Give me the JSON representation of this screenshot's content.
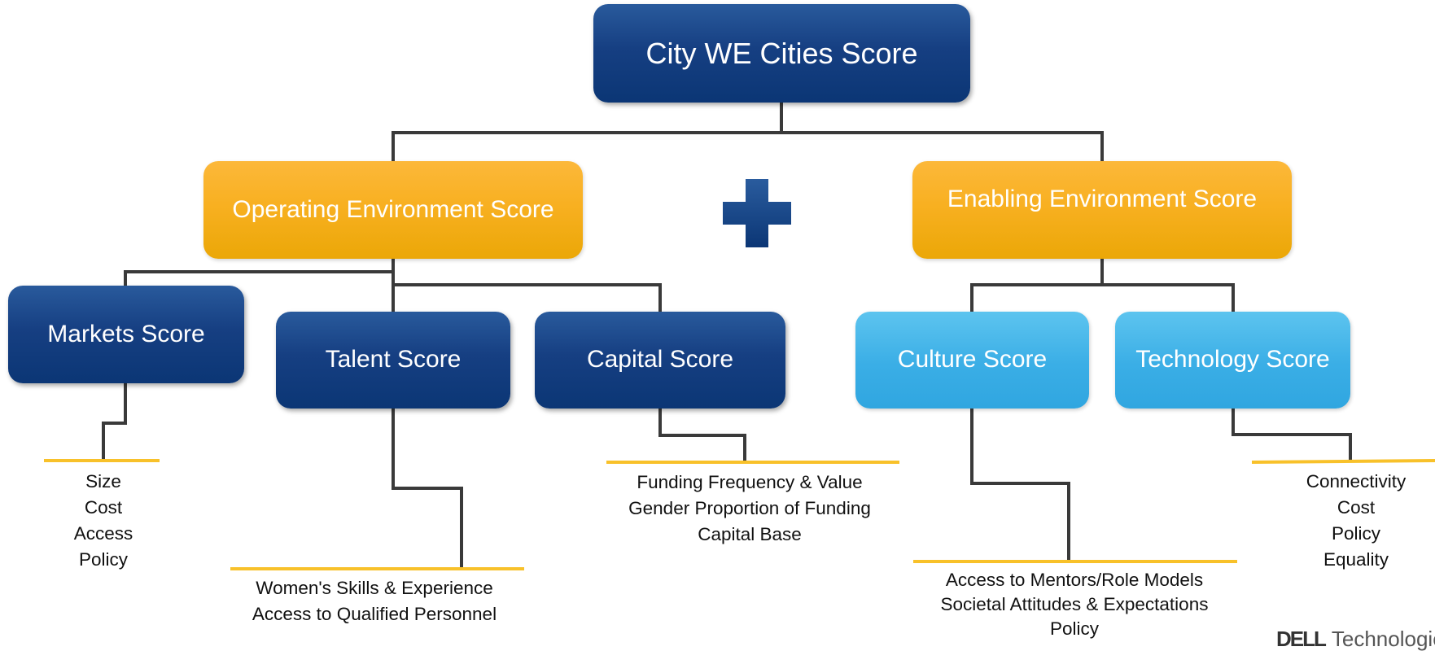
{
  "root": {
    "label": "City WE Cities Score"
  },
  "branches": {
    "operating": {
      "label": "Operating Environment Score"
    },
    "enabling": {
      "label": "Enabling Environment Score"
    }
  },
  "scores": {
    "markets": {
      "label": "Markets Score",
      "metrics": [
        "Size",
        "Cost",
        "Access",
        "Policy"
      ]
    },
    "talent": {
      "label": "Talent Score",
      "metrics": [
        "Women's Skills & Experience",
        "Access to Qualified Personnel"
      ]
    },
    "capital": {
      "label": "Capital Score",
      "metrics": [
        "Funding Frequency & Value",
        "Gender Proportion of Funding",
        "Capital Base"
      ]
    },
    "culture": {
      "label": "Culture Score",
      "metrics": [
        "Access to Mentors/Role Models",
        "Societal Attitudes & Expectations",
        "Policy"
      ]
    },
    "technology": {
      "label": "Technology Score",
      "metrics": [
        "Connectivity",
        "Cost",
        "Policy",
        "Equality"
      ]
    }
  },
  "plus_icon": "plus-icon",
  "logo": {
    "mark": "DELL",
    "text": "Technologies"
  },
  "colors": {
    "dark_blue": "#0b3675",
    "orange": "#f8b021",
    "light_blue": "#3aaee6",
    "connector": "#3a3a3a",
    "underline": "#f8c12a"
  }
}
